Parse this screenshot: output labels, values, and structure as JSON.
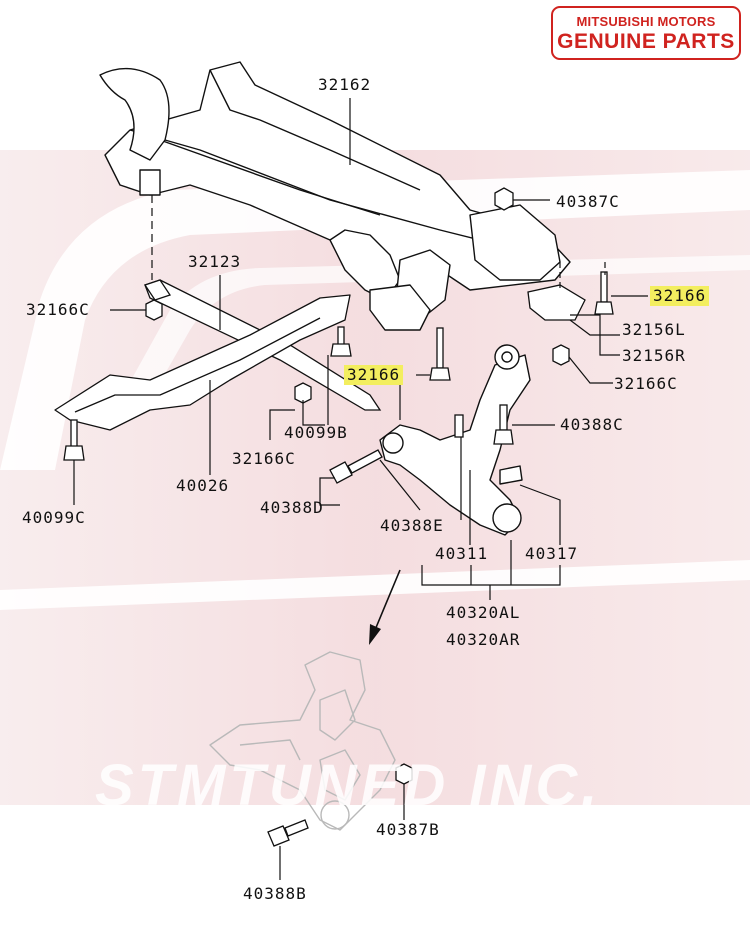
{
  "badge": {
    "line1": "MITSUBISHI MOTORS",
    "line2": "GENUINE PARTS"
  },
  "watermark": "STMTUNED INC.",
  "colors": {
    "brand_red": "#d0231f",
    "highlight": "#f3ee5f",
    "line": "#111111",
    "background_band": "#f1d6d8"
  },
  "labels": {
    "p32162": "32162",
    "p40387c": "40387C",
    "p32123": "32123",
    "p32166c_left": "32166C",
    "p32166_right": "32166",
    "p32156l": "32156L",
    "p32156r": "32156R",
    "p32166_mid": "32166",
    "p32166c_right": "32166C",
    "p40388c": "40388C",
    "p40099b": "40099B",
    "p32166c_bottom": "32166C",
    "p40026": "40026",
    "p40099c": "40099C",
    "p40388d": "40388D",
    "p40388e": "40388E",
    "p40311": "40311",
    "p40317": "40317",
    "p40320al": "40320AL",
    "p40320ar": "40320AR",
    "p40387b": "40387B",
    "p40388b": "40388B"
  }
}
